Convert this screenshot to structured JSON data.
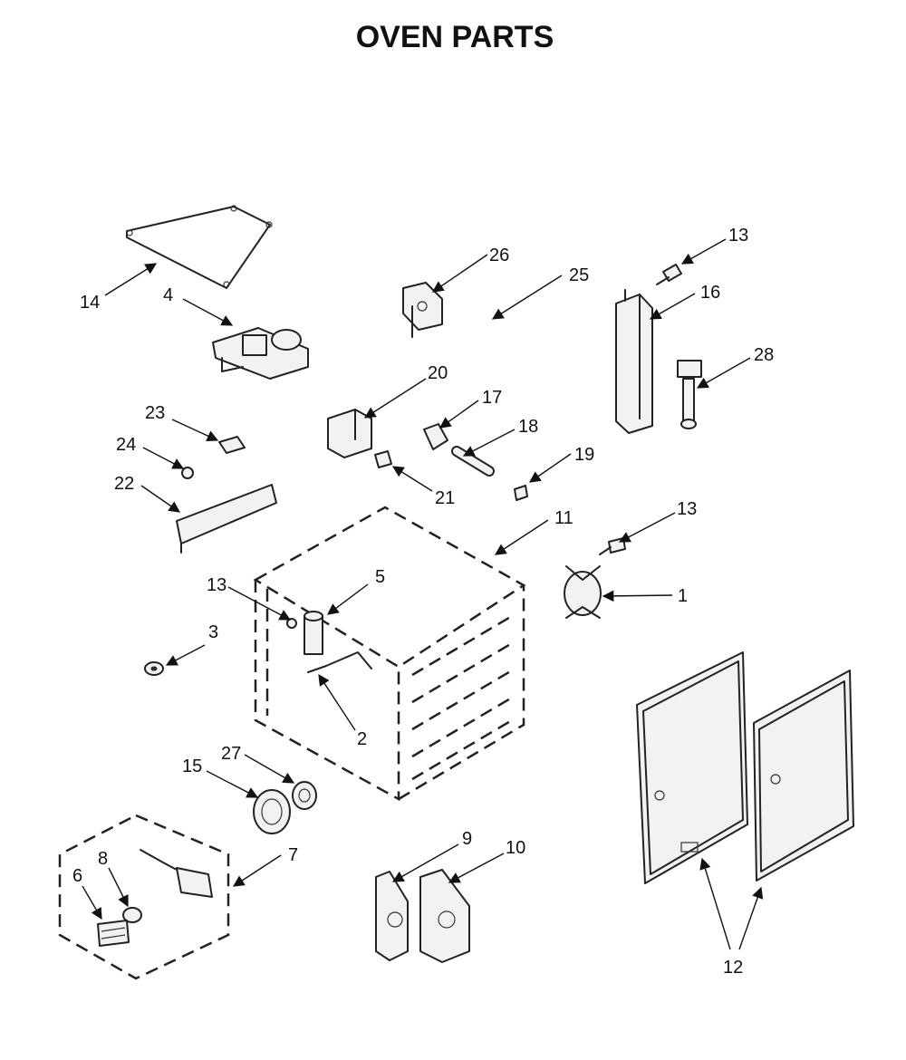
{
  "title": "OVEN PARTS",
  "callouts": [
    {
      "id": "c14",
      "label": "14"
    },
    {
      "id": "c4",
      "label": "4"
    },
    {
      "id": "c26",
      "label": "26"
    },
    {
      "id": "c25",
      "label": "25"
    },
    {
      "id": "c13a",
      "label": "13"
    },
    {
      "id": "c16",
      "label": "16"
    },
    {
      "id": "c28",
      "label": "28"
    },
    {
      "id": "c20",
      "label": "20"
    },
    {
      "id": "c17",
      "label": "17"
    },
    {
      "id": "c18",
      "label": "18"
    },
    {
      "id": "c19",
      "label": "19"
    },
    {
      "id": "c21",
      "label": "21"
    },
    {
      "id": "c23",
      "label": "23"
    },
    {
      "id": "c24",
      "label": "24"
    },
    {
      "id": "c22",
      "label": "22"
    },
    {
      "id": "c11",
      "label": "11"
    },
    {
      "id": "c13b",
      "label": "13"
    },
    {
      "id": "c1",
      "label": "1"
    },
    {
      "id": "c13c",
      "label": "13"
    },
    {
      "id": "c5",
      "label": "5"
    },
    {
      "id": "c3",
      "label": "3"
    },
    {
      "id": "c2",
      "label": "2"
    },
    {
      "id": "c27",
      "label": "27"
    },
    {
      "id": "c15",
      "label": "15"
    },
    {
      "id": "c7",
      "label": "7"
    },
    {
      "id": "c8",
      "label": "8"
    },
    {
      "id": "c6",
      "label": "6"
    },
    {
      "id": "c9",
      "label": "9"
    },
    {
      "id": "c10",
      "label": "10"
    },
    {
      "id": "c12",
      "label": "12"
    }
  ]
}
